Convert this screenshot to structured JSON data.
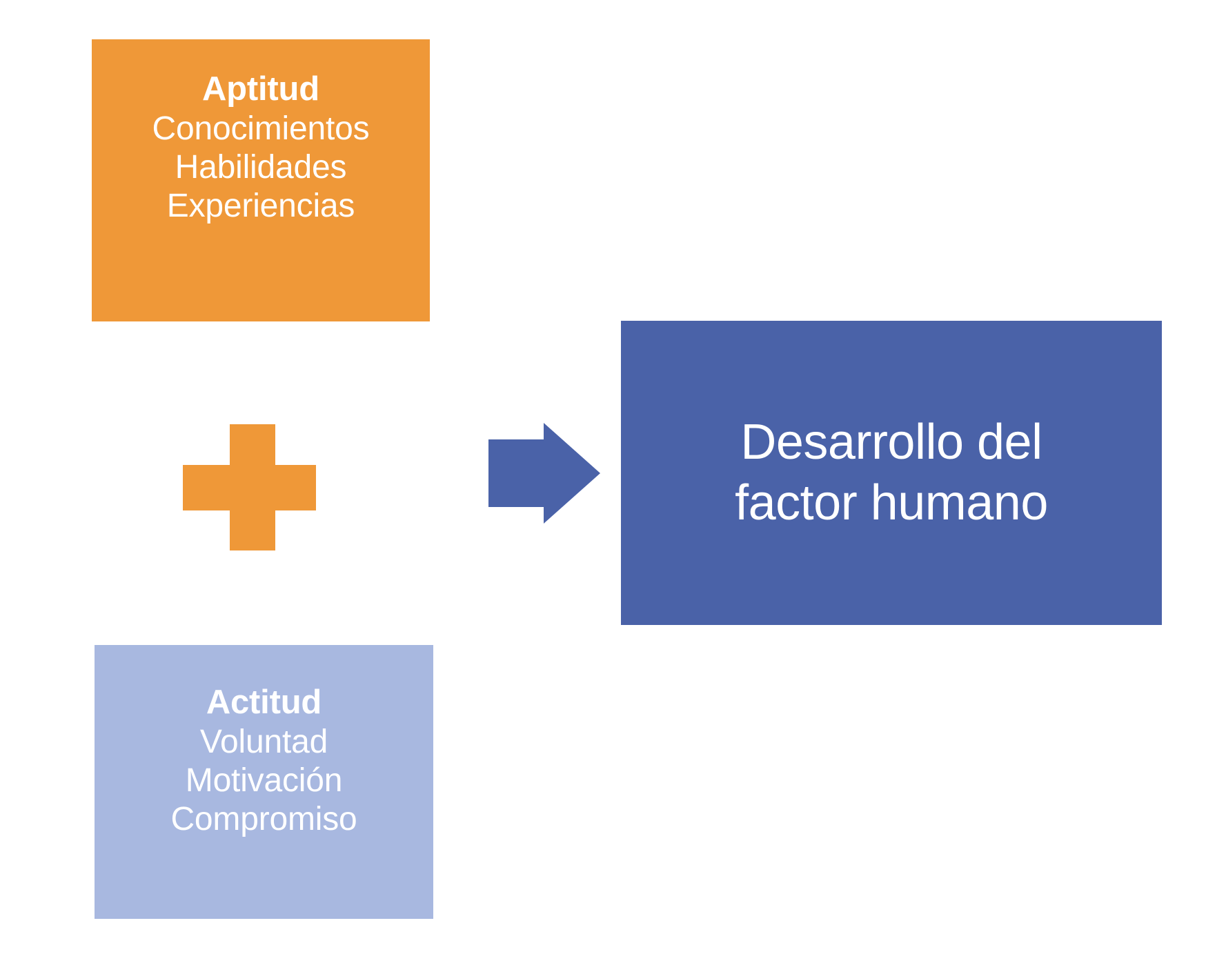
{
  "diagram": {
    "type": "concept-flow",
    "background_color": "#ffffff",
    "nodes": [
      {
        "id": "aptitud",
        "title": "Aptitud",
        "lines": [
          "Conocimientos",
          "Habilidades",
          "Experiencias"
        ],
        "color": "#ef9838",
        "text_color": "#ffffff"
      },
      {
        "id": "actitud",
        "title": "Actitud",
        "lines": [
          "Voluntad",
          "Motivación",
          "Compromiso"
        ],
        "color": "#a8b8e0",
        "text_color": "#ffffff"
      },
      {
        "id": "resultado",
        "lines": [
          "Desarrollo del",
          "factor humano"
        ],
        "color": "#4a62a8",
        "text_color": "#ffffff"
      }
    ],
    "connectors": [
      {
        "id": "plus",
        "glyph": "+",
        "color": "#ef9838"
      },
      {
        "id": "arrow",
        "glyph": "→",
        "color": "#4a62a8"
      }
    ]
  },
  "boxes": {
    "aptitud": {
      "title": "Aptitud",
      "line1": "Conocimientos",
      "line2": "Habilidades",
      "line3": "Experiencias"
    },
    "actitud": {
      "title": "Actitud",
      "line1": "Voluntad",
      "line2": "Motivación",
      "line3": "Compromiso"
    },
    "resultado": {
      "line1": "Desarrollo del",
      "line2": "factor humano"
    }
  },
  "colors": {
    "orange": "#ef9838",
    "light_blue": "#a8b8e0",
    "dark_blue": "#4a62a8",
    "text_white": "#ffffff",
    "background": "#ffffff"
  }
}
